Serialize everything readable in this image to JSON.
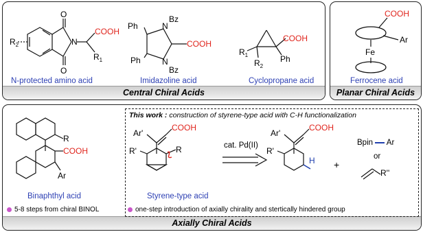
{
  "central": {
    "title": "Central Chiral Acids",
    "compounds": [
      {
        "label": "N-protected amino acid"
      },
      {
        "label": "Imidazoline acid"
      },
      {
        "label": "Cyclopropane acid"
      }
    ]
  },
  "planar": {
    "title": "Planar Chiral Acids",
    "compound": {
      "label": "Ferrocene acid"
    }
  },
  "axial": {
    "title": "Axially Chiral Acids",
    "binaphthyl": {
      "label": "Binaphthyl acid",
      "note": "5-8 steps from chiral BINOL"
    },
    "this_work": {
      "prefix": "This work :",
      "text": "construction of styrene-type acid with C-H functionalization",
      "styrene_label": "Styrene-type acid",
      "catalyst": "cat. Pd(II)",
      "plus": "+",
      "or": "or",
      "note": "one-step introduction of axially chirality and stertically hindered group"
    }
  },
  "atoms": {
    "cooh": "COOH",
    "o": "O",
    "n": "N",
    "r": "R",
    "r1": "R",
    "r1_sub": "1",
    "r2": "R",
    "r2_sub": "2",
    "ph": "Ph",
    "bz": "Bz",
    "fe": "Fe",
    "ar": "Ar",
    "ar_prime": "Ar'",
    "r_prime": "R'",
    "r_dprime": "R''",
    "h": "H",
    "bpin": "Bpin",
    "ar2": "Ar"
  },
  "colors": {
    "accent_red": "#e0241c",
    "label_blue": "#2c3fb3",
    "bullet": "#c957c9",
    "bond_blue": "#1f3fae"
  }
}
